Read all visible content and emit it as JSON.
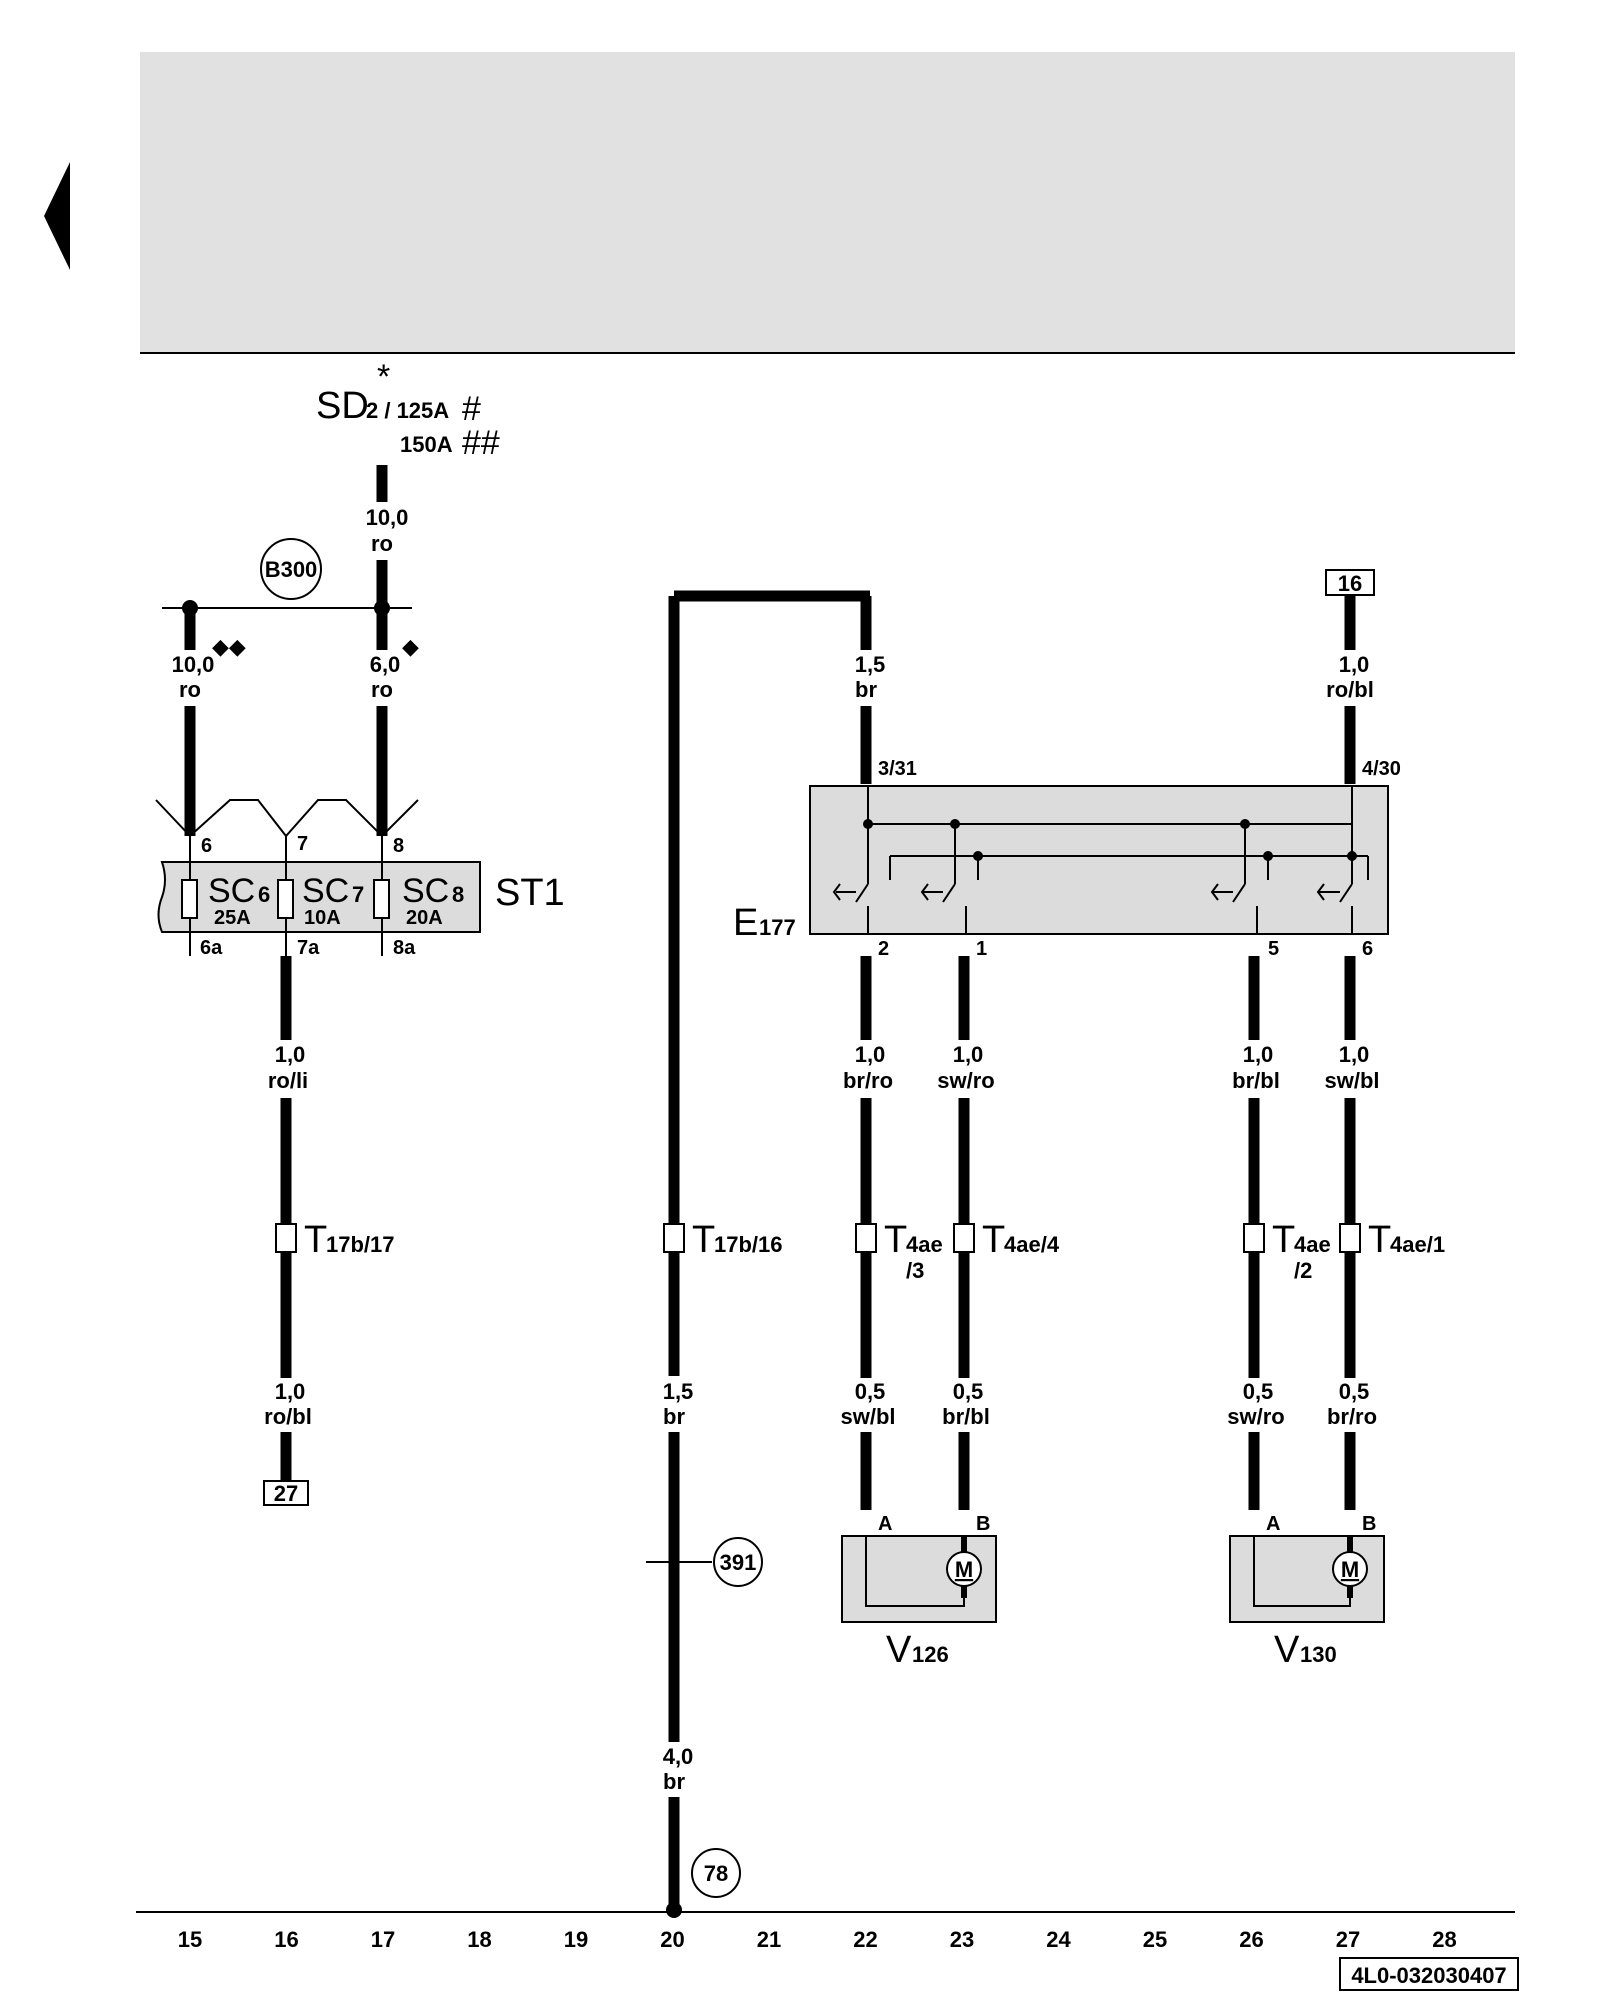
{
  "top_supply": {
    "component": "SD",
    "subscript": "2 / 125A",
    "mark_1": "#",
    "alt_rating": "150A",
    "mark_2": "##",
    "asterisk": "*"
  },
  "connection_b300": "B300",
  "wires": {
    "w_sd_top": {
      "size": "10,0",
      "color": "ro"
    },
    "w_left_busbar": {
      "size": "10,0",
      "color": "ro",
      "mark": "◆◆"
    },
    "w_right_busbar": {
      "size": "6,0",
      "color": "ro",
      "mark": "◆"
    },
    "w_sc7_out": {
      "size": "1,0",
      "color": "ro/li"
    },
    "w_sc7_bottom": {
      "size": "1,0",
      "color": "ro/bl"
    },
    "w_ground_mid": {
      "size": "1,5",
      "color": "br"
    },
    "w_ground_bottom": {
      "size": "4,0",
      "color": "br"
    },
    "w_e177_in": {
      "size": "1,5",
      "color": "br"
    },
    "w_16_in": {
      "size": "1,0",
      "color": "ro/bl"
    },
    "w_pin2": {
      "size": "1,0",
      "color": "br/ro"
    },
    "w_pin1": {
      "size": "1,0",
      "color": "sw/ro"
    },
    "w_pin5": {
      "size": "1,0",
      "color": "br/bl"
    },
    "w_pin6": {
      "size": "1,0",
      "color": "sw/bl"
    },
    "w_v126_a": {
      "size": "0,5",
      "color": "sw/bl"
    },
    "w_v126_b": {
      "size": "0,5",
      "color": "br/bl"
    },
    "w_v130_a": {
      "size": "0,5",
      "color": "sw/ro"
    },
    "w_v130_b": {
      "size": "0,5",
      "color": "br/ro"
    }
  },
  "fuse_block": {
    "name": "ST1",
    "pins_in": [
      "6",
      "7",
      "8"
    ],
    "pins_out": [
      "6a",
      "7a",
      "8a"
    ],
    "fuses": [
      {
        "label": "SC",
        "sub": "6",
        "rating": "25A"
      },
      {
        "label": "SC",
        "sub": "7",
        "rating": "10A"
      },
      {
        "label": "SC",
        "sub": "8",
        "rating": "20A"
      }
    ]
  },
  "switch_unit": {
    "label": "E",
    "sub": "177",
    "pin_in_left": "3/31",
    "pin_in_right": "4/30",
    "pins_out": [
      "2",
      "1",
      "5",
      "6"
    ]
  },
  "connectors": {
    "t17b17": {
      "label": "T",
      "sub": "17b/17"
    },
    "t17b16": {
      "label": "T",
      "sub": "17b/16"
    },
    "t4ae3": {
      "label": "T",
      "sub": "4ae",
      "sub2": "/3"
    },
    "t4ae4": {
      "label": "T",
      "sub": "4ae/4"
    },
    "t4ae2": {
      "label": "T",
      "sub": "4ae",
      "sub2": "/2"
    },
    "t4ae1": {
      "label": "T",
      "sub": "4ae/1"
    }
  },
  "motors": {
    "v126": {
      "label": "V",
      "sub": "126",
      "pin_a": "A",
      "pin_b": "B",
      "symbol": "M"
    },
    "v130": {
      "label": "V",
      "sub": "130",
      "pin_a": "A",
      "pin_b": "B",
      "symbol": "M"
    }
  },
  "references": {
    "box_27": "27",
    "box_16": "16",
    "circle_391": "391",
    "circle_78": "78"
  },
  "ruler": [
    "15",
    "16",
    "17",
    "18",
    "19",
    "20",
    "21",
    "22",
    "23",
    "24",
    "25",
    "26",
    "27",
    "28"
  ],
  "doc_code": "4L0-032030407",
  "colors": {
    "header_bg": "#e1e1e1",
    "component_bg": "#dcdcdc",
    "line": "#000000"
  }
}
